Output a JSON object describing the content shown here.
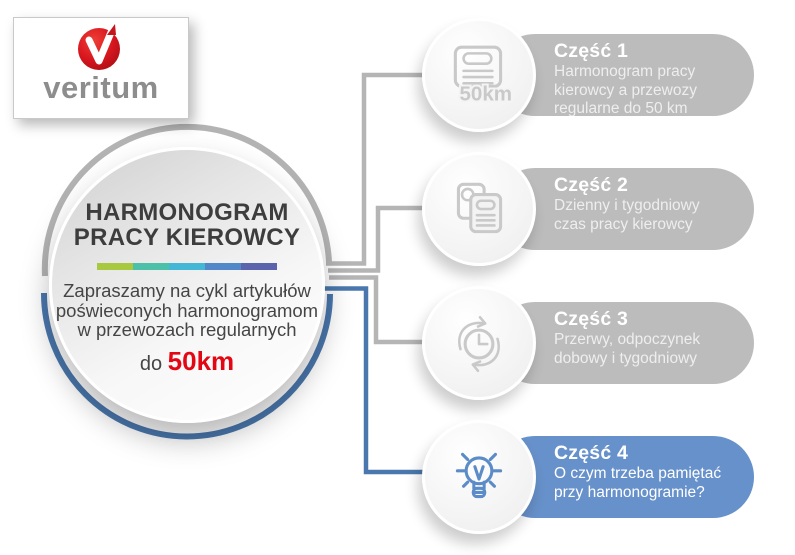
{
  "brand": {
    "wordmark": "veritum",
    "emblem": "v-emblem-icon",
    "emblem_color": "#d8161f",
    "wordmark_color": "#8d8d8d"
  },
  "hub": {
    "title_lines": [
      "HARMONOGRAM",
      "PRACY KIEROWCY"
    ],
    "gradient_bar_colors": [
      "#a8c840",
      "#4cc0a8",
      "#44b7d6",
      "#5188c9",
      "#5c63ad"
    ],
    "body_lines": [
      "Zapraszamy na cykl artykułów",
      "poświeconych harmonogramom",
      "w przewozach regularnych"
    ],
    "range_prefix": "do",
    "range_value": "50km",
    "range_value_color": "#e30613",
    "ring_top_color": "#b3b3b3",
    "ring_bottom_color": "#4a78ae"
  },
  "items": [
    {
      "title": "Część 1",
      "desc_lines": [
        "Harmonogram pracy",
        "kierowcy a przewozy",
        "regularne do 50 km"
      ],
      "icon": "tachograph-50km-icon",
      "icon_label": "50km",
      "icon_color": "#c9c9c9",
      "pill_color": "#bcbcbc",
      "connector_color": "#b5b5b5"
    },
    {
      "title": "Część 2",
      "desc_lines": [
        "Dzienny i tygodniowy",
        "czas pracy kierowcy"
      ],
      "icon": "documents-icon",
      "icon_color": "#c9c9c9",
      "pill_color": "#bcbcbc",
      "connector_color": "#b5b5b5"
    },
    {
      "title": "Część 3",
      "desc_lines": [
        "Przerwy, odpoczynek",
        "dobowy i tygodniowy"
      ],
      "icon": "clock-refresh-icon",
      "icon_color": "#c9c9c9",
      "pill_color": "#bcbcbc",
      "connector_color": "#b5b5b5"
    },
    {
      "title": "Część 4",
      "desc_lines": [
        "O czym trzeba pamiętać",
        "przy harmonogramie?"
      ],
      "icon": "lightbulb-icon",
      "icon_color": "#5b8cc8",
      "pill_color": "#6791ca",
      "connector_color": "#4a78ae"
    }
  ]
}
